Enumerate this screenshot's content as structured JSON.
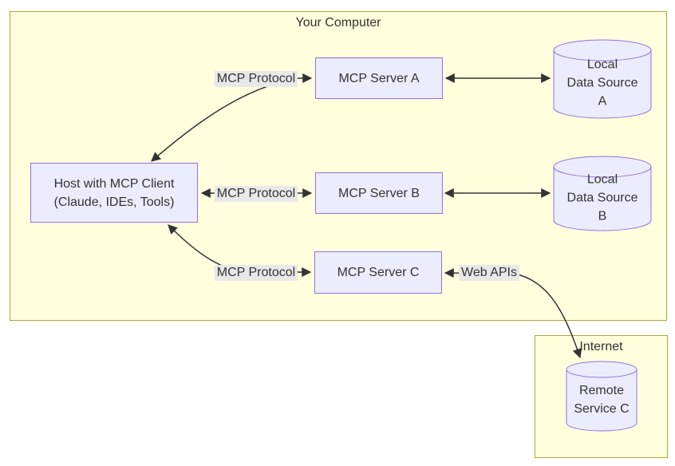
{
  "diagram": {
    "clusters": [
      {
        "label": "Your Computer"
      },
      {
        "label": "Internet"
      }
    ],
    "nodes": {
      "host": {
        "label_line1": "Host with MCP Client",
        "label_line2": "(Claude, IDEs, Tools)"
      },
      "server_a": {
        "label": "MCP Server A"
      },
      "server_b": {
        "label": "MCP Server B"
      },
      "server_c": {
        "label": "MCP Server C"
      },
      "data_a": {
        "label_line1": "Local",
        "label_line2": "Data Source A"
      },
      "data_b": {
        "label_line1": "Local",
        "label_line2": "Data Source B"
      },
      "remote_c": {
        "label_line1": "Remote",
        "label_line2": "Service C"
      }
    },
    "edge_labels": {
      "mcp_a": "MCP Protocol",
      "mcp_b": "MCP Protocol",
      "mcp_c": "MCP Protocol",
      "web_apis": "Web APIs"
    },
    "colors": {
      "cluster_fill": "#ffffde",
      "cluster_stroke": "#aaaa33",
      "node_fill": "#ECECFF",
      "node_stroke": "#9370DB",
      "edge_label_bg": "#e8e8e8",
      "edge_stroke": "#333333",
      "text": "#333333"
    }
  }
}
